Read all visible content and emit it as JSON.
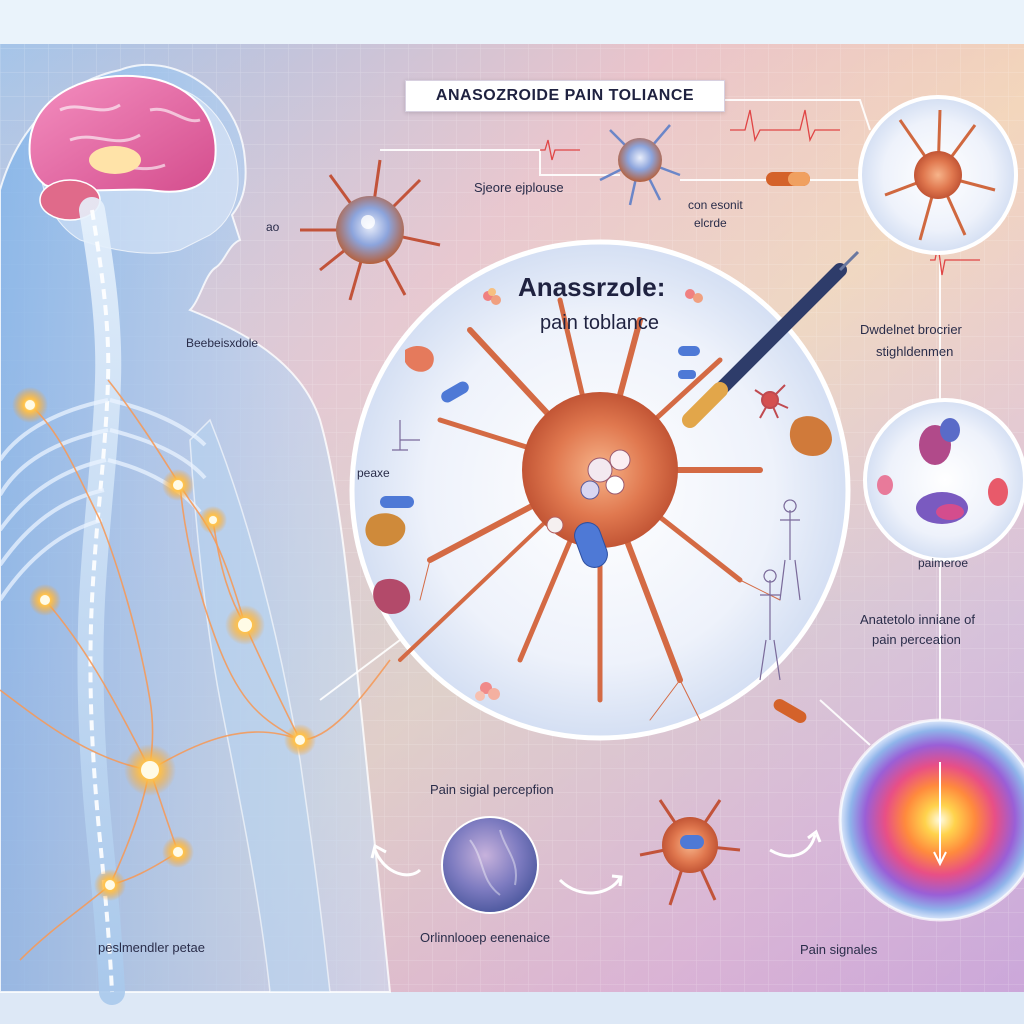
{
  "diagram": {
    "title": "ANASOZROIDE PAIN TOLIANCE",
    "center_title_line1": "Anassrzole:",
    "center_title_line2": "pain toblance",
    "labels": {
      "top_cell_left": "Sjeore ejplouse",
      "top_right_line1": "con esonit",
      "top_right_line2": "elcrde",
      "small_left": "ao",
      "body_left": "Beebeisxdole",
      "body_lower": "peaxe",
      "right_upper_line1": "Dwdelnet brocrier",
      "right_upper_line2": "stighldenmen",
      "right_mid_circle": "paimeroe",
      "right_lower_line1": "Anatetolo inniane of",
      "right_lower_line2": "pain perceation",
      "pain_signal": "Pain sigial percepfion",
      "bottom_left": "peslmendler petae",
      "bottom_center": "Orlinnlooep eenenaice",
      "bottom_right": "Pain signales"
    }
  }
}
